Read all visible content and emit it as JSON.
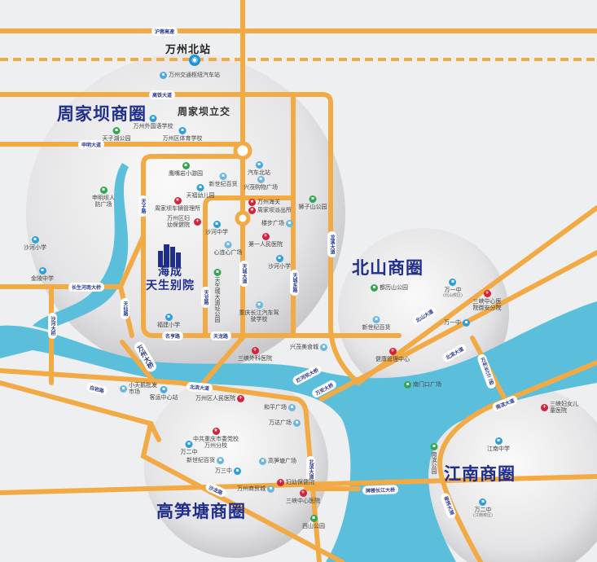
{
  "station": {
    "title": "万州北站",
    "icon": "train-station-icon"
  },
  "districts": {
    "zhoujiaba": "周家坝商圈",
    "beishan": "北山商圈",
    "gaosuntang": "高笋塘商圈",
    "jiangnan": "江南商圈"
  },
  "interchange": "周家坝立交",
  "project": {
    "line1": "海成",
    "line2": "天生别院"
  },
  "roads": [
    "沪蓉高速",
    "高铁大道",
    "申明大道",
    "天子路",
    "长生河南大桥",
    "沙河大桥",
    "天仙路",
    "天龙路",
    "天城大道",
    "天城东路",
    "龙溪大道",
    "名亨路",
    "天龙路",
    "万州大桥",
    "北山大道",
    "北滨大道",
    "万州长江二桥",
    "南滨大道",
    "拦河坝大桥",
    "万安大桥",
    "白岩路",
    "北滨大道",
    "北滨大道",
    "沙龙路",
    "牌楼长江大桥",
    "南滨大道"
  ],
  "pois": [
    "万州交通枢纽汽车站",
    "万州外国语学校",
    "天子湖公园",
    "万州区体育学校",
    "鹰嘴岩小游园",
    "新世纪百货",
    "汽车北站",
    "兴茂购物广场",
    "天福幼儿园",
    "申明坝人防广场",
    "周家坝车辆管理所",
    "万州区妇幼保健院",
    "沙河中学",
    "万州海关",
    "周家坝派出所",
    "狮子山公园",
    "楼步广场",
    "第一人民医院",
    "心连心广场",
    "沙河小学",
    "沙河小学",
    "金陵中学",
    "天生城大遗址公园",
    "重庆长江汽车驾驶学校",
    "福建小学",
    "兴茂美食城",
    "三峡外科医院",
    "都历山公园",
    "万一中",
    "(北山校区)",
    "三峡中心医院御安分院",
    "新世纪百货",
    "万一中",
    "健康管理中心",
    "南门口广场",
    "小天鹅批发市场",
    "客运中心站",
    "万州区人民医院",
    "和平广场",
    "万达广场",
    "中共重庆市委党校万州分校",
    "万二中",
    "新世纪百货",
    "万三中",
    "高笋塘广场",
    "妇幼保健院",
    "万州商贸城",
    "三峡中心医院",
    "西山公园",
    "三峡妇女儿童医院",
    "江南中学",
    "南滨公园",
    "万二中",
    "(江南校区)"
  ],
  "colors": {
    "road": "#f2aa45",
    "river": "#5bbfdc",
    "title": "#1f2e8c"
  }
}
